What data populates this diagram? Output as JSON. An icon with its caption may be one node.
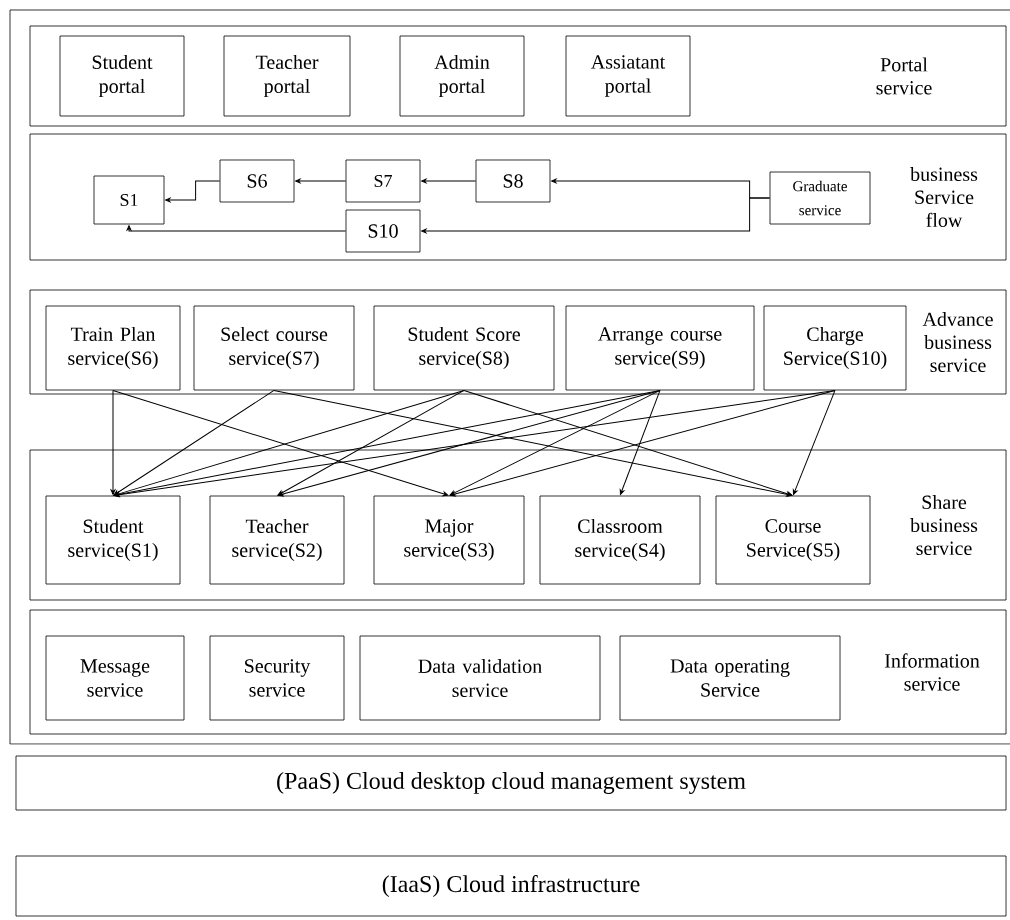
{
  "diagram": {
    "nodes": [
      {
        "text": [],
        "shape": "box"
      },
      {
        "text": [
          "Portal service"
        ],
        "in": 0
      },
      {
        "text": [
          "Student portal"
        ],
        "in": 1
      },
      {
        "text": [
          "Teacher portal"
        ],
        "in": 1
      },
      {
        "text": [
          "Admin portal"
        ],
        "in": 1
      },
      {
        "text": [
          "Assiatant portal"
        ],
        "in": 1
      },
      {
        "text": [
          "business Service flow"
        ],
        "in": 0
      },
      {
        "text": [
          "S1"
        ],
        "in": 6
      },
      {
        "text": [
          "S6"
        ],
        "in": 6
      },
      {
        "text": [
          "S7"
        ],
        "in": 6
      },
      {
        "text": [
          "S8"
        ],
        "in": 6
      },
      {
        "text": [
          "S10"
        ],
        "in": 6
      },
      {
        "text": [
          "Graduate service"
        ],
        "in": 6
      },
      {
        "text": [
          "Advance business service"
        ],
        "in": 0
      },
      {
        "text": [
          "Train Plan service(S6)"
        ],
        "in": 13
      },
      {
        "text": [
          "Select course service(S7)"
        ],
        "in": 13
      },
      {
        "text": [
          "Student Score service(S8)"
        ],
        "in": 13
      },
      {
        "text": [
          "Arrange course service(S9)"
        ],
        "in": 13
      },
      {
        "text": [
          "Charge Service(S10)"
        ],
        "in": 13
      },
      {
        "text": [
          "Share business service"
        ],
        "in": 0
      },
      {
        "text": [
          "Student service(S1)"
        ],
        "in": 19
      },
      {
        "text": [
          "Teacher service(S2)"
        ],
        "in": 19
      },
      {
        "text": [
          "Major service(S3)"
        ],
        "in": 19
      },
      {
        "text": [
          "Classroom service(S4)"
        ],
        "in": 19
      },
      {
        "text": [
          "Course Service(S5)"
        ],
        "in": 19
      },
      {
        "text": [
          "Information service"
        ],
        "in": 0
      },
      {
        "text": [
          "Message service"
        ],
        "in": 25
      },
      {
        "text": [
          "Security service"
        ],
        "in": 25
      },
      {
        "text": [
          "Data validation service"
        ],
        "in": 25
      },
      {
        "text": [
          "Data operating Service"
        ],
        "in": 25
      },
      {
        "text": [
          "(PaaS) Cloud desktop cloud management system"
        ]
      },
      {
        "text": [
          "(IaaS) Cloud infrastructure"
        ]
      }
    ],
    "edges": [
      {
        "from": 9,
        "to": 8,
        "arrow": "to"
      },
      {
        "from": 10,
        "to": 9,
        "arrow": "to"
      },
      {
        "from": 12,
        "to": 10,
        "arrow": "to"
      },
      {
        "from": 12,
        "to": 11,
        "arrow": "to"
      },
      {
        "from": 8,
        "to": 7,
        "arrow": "to"
      },
      {
        "from": 11,
        "to": 7,
        "arrow": "to"
      },
      {
        "from": 14,
        "to": 20,
        "arrow": "to"
      },
      {
        "from": 14,
        "to": 22,
        "arrow": "to"
      },
      {
        "from": 15,
        "to": 20,
        "arrow": "to"
      },
      {
        "from": 15,
        "to": 24,
        "arrow": "to"
      },
      {
        "from": 16,
        "to": 20,
        "arrow": "to"
      },
      {
        "from": 16,
        "to": 21,
        "arrow": "to"
      },
      {
        "from": 16,
        "to": 24,
        "arrow": "to"
      },
      {
        "from": 17,
        "to": 20,
        "arrow": "to"
      },
      {
        "from": 17,
        "to": 21,
        "arrow": "to"
      },
      {
        "from": 17,
        "to": 22,
        "arrow": "to"
      },
      {
        "from": 17,
        "to": 23,
        "arrow": "to"
      },
      {
        "from": 18,
        "to": 20,
        "arrow": "to"
      },
      {
        "from": 18,
        "to": 22,
        "arrow": "to"
      },
      {
        "from": 18,
        "to": 24,
        "arrow": "to"
      }
    ]
  }
}
